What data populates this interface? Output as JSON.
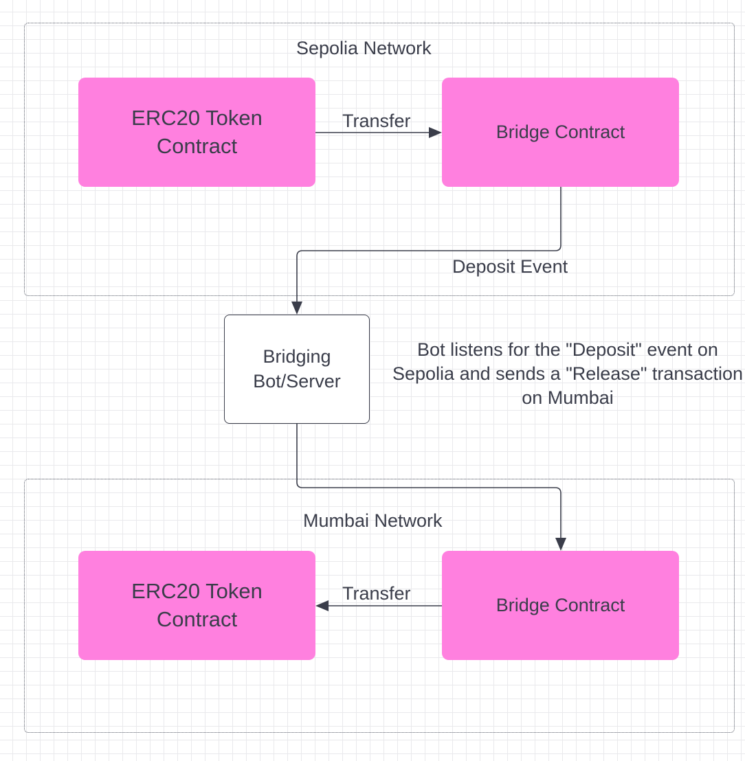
{
  "sepolia": {
    "title": "Sepolia Network",
    "erc20_label": "ERC20 Token Contract",
    "bridge_label": "Bridge Contract",
    "transfer_label": "Transfer"
  },
  "deposit_label": "Deposit Event",
  "bot": {
    "label": "Bridging Bot/Server",
    "note": "Bot listens for the \"Deposit\" event on Sepolia and sends a \"Release\" transaction on Mumbai"
  },
  "mumbai": {
    "title": "Mumbai Network",
    "erc20_label": "ERC20 Token Contract",
    "bridge_label": "Bridge Contract",
    "transfer_label": "Transfer"
  },
  "colors": {
    "contract_fill": "#ff80df",
    "text": "#3a3d4a",
    "line": "#3a3d4a"
  }
}
